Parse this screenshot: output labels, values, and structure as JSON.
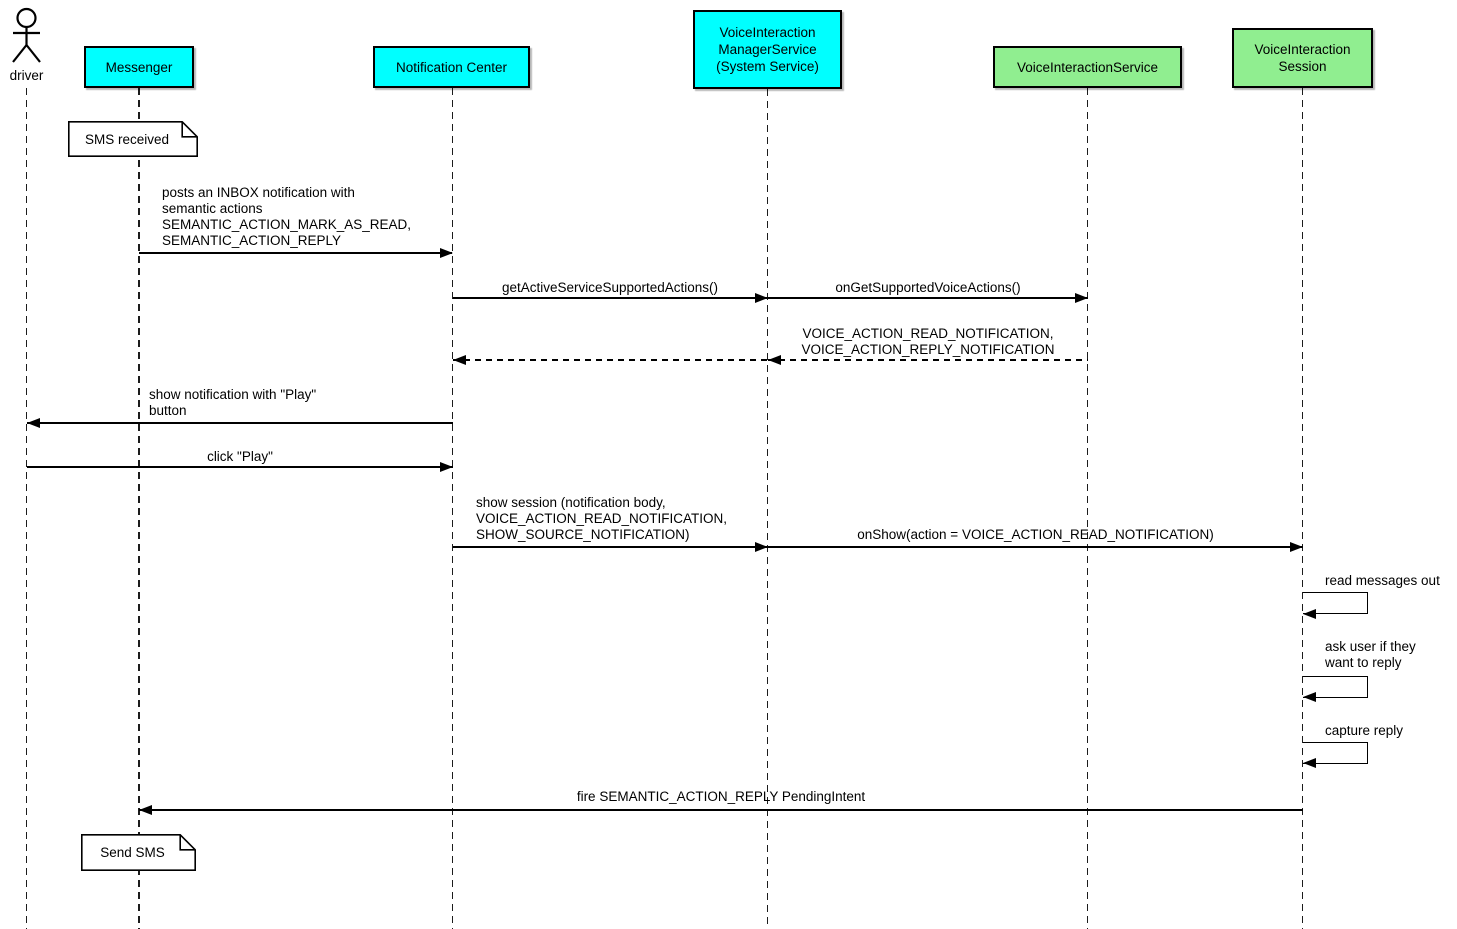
{
  "diagram": {
    "actor": {
      "label": "driver"
    },
    "participants": {
      "messenger": {
        "label": "Messenger",
        "color": "#00FFFF"
      },
      "notification_center": {
        "label": "Notification Center",
        "color": "#00FFFF"
      },
      "manager_service": {
        "label": "VoiceInteraction\nManagerService\n(System Service)",
        "color": "#00FFFF"
      },
      "voice_interaction_service": {
        "label": "VoiceInteractionService",
        "color": "#90EE90"
      },
      "voice_interaction_session": {
        "label": "VoiceInteraction\nSession",
        "color": "#90EE90"
      }
    },
    "notes": {
      "sms_received": "SMS received",
      "send_sms": "Send SMS"
    },
    "messages": {
      "post_inbox": "posts an INBOX notification with\nsemantic actions\nSEMANTIC_ACTION_MARK_AS_READ,\nSEMANTIC_ACTION_REPLY",
      "get_active_actions": "getActiveServiceSupportedActions()",
      "on_get_supported": "onGetSupportedVoiceActions()",
      "return_voice_actions": "VOICE_ACTION_READ_NOTIFICATION,\nVOICE_ACTION_REPLY_NOTIFICATION",
      "show_notification": "show notification with \"Play\"\nbutton",
      "click_play": "click \"Play\"",
      "show_session": "show session (notification body,\nVOICE_ACTION_READ_NOTIFICATION,\nSHOW_SOURCE_NOTIFICATION)",
      "on_show": "onShow(action = VOICE_ACTION_READ_NOTIFICATION)",
      "read_messages": "read messages out",
      "ask_user": "ask user if they\nwant to reply",
      "capture_reply": "capture reply",
      "fire_reply": "fire SEMANTIC_ACTION_REPLY PendingIntent"
    }
  }
}
